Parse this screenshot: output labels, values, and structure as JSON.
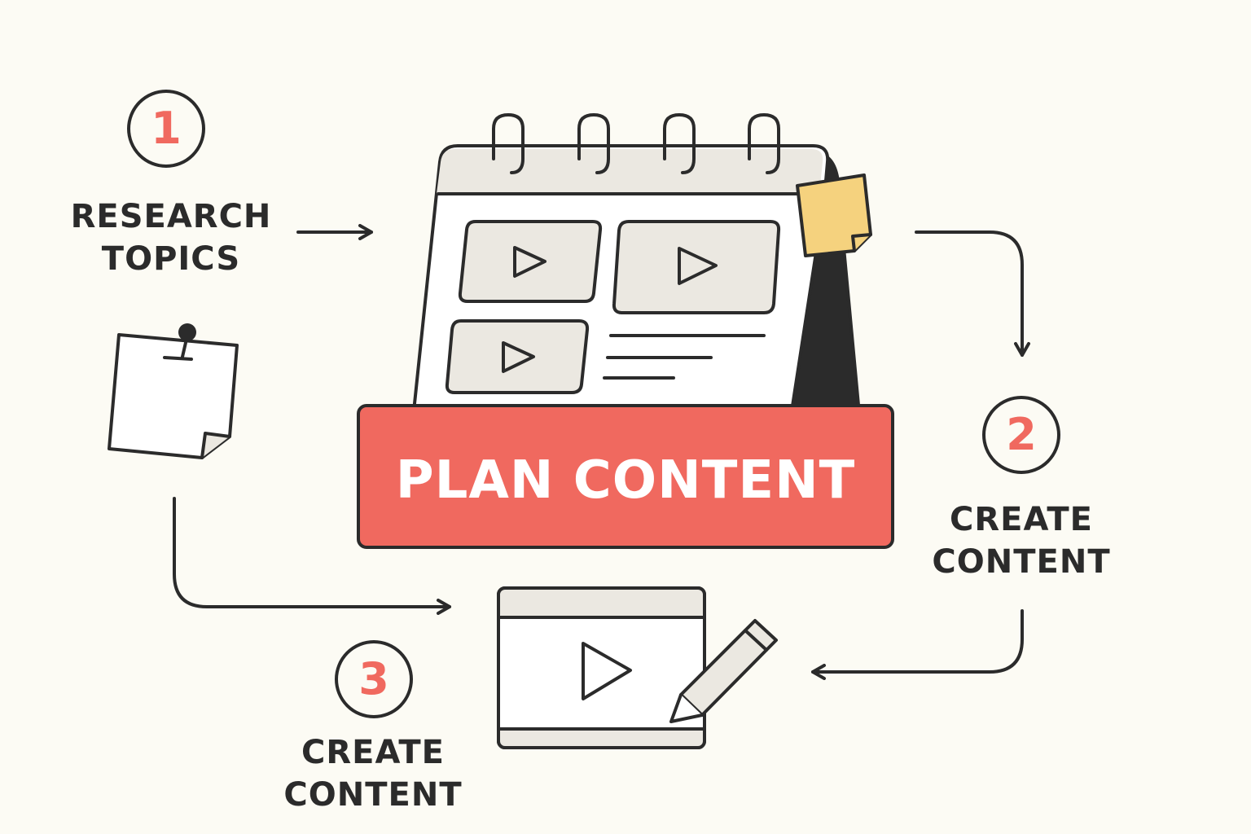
{
  "colors": {
    "background": "#fcfbf4",
    "stroke": "#2b2b2b",
    "accent": "#f0695f",
    "panel": "#ebe8e1",
    "sticky_note": "#f5d27e"
  },
  "center": {
    "label": "PLAN CONTENT",
    "icon": "calendar-icon"
  },
  "steps": [
    {
      "number": "1",
      "line1": "RESEARCH",
      "line2": "TOPICS",
      "icon": "pinned-note-icon"
    },
    {
      "number": "2",
      "line1": "CREATE",
      "line2": "CONTENT"
    },
    {
      "number": "3",
      "line1": "CREATE",
      "line2": "CONTENT",
      "icon": "video-edit-icon"
    }
  ]
}
